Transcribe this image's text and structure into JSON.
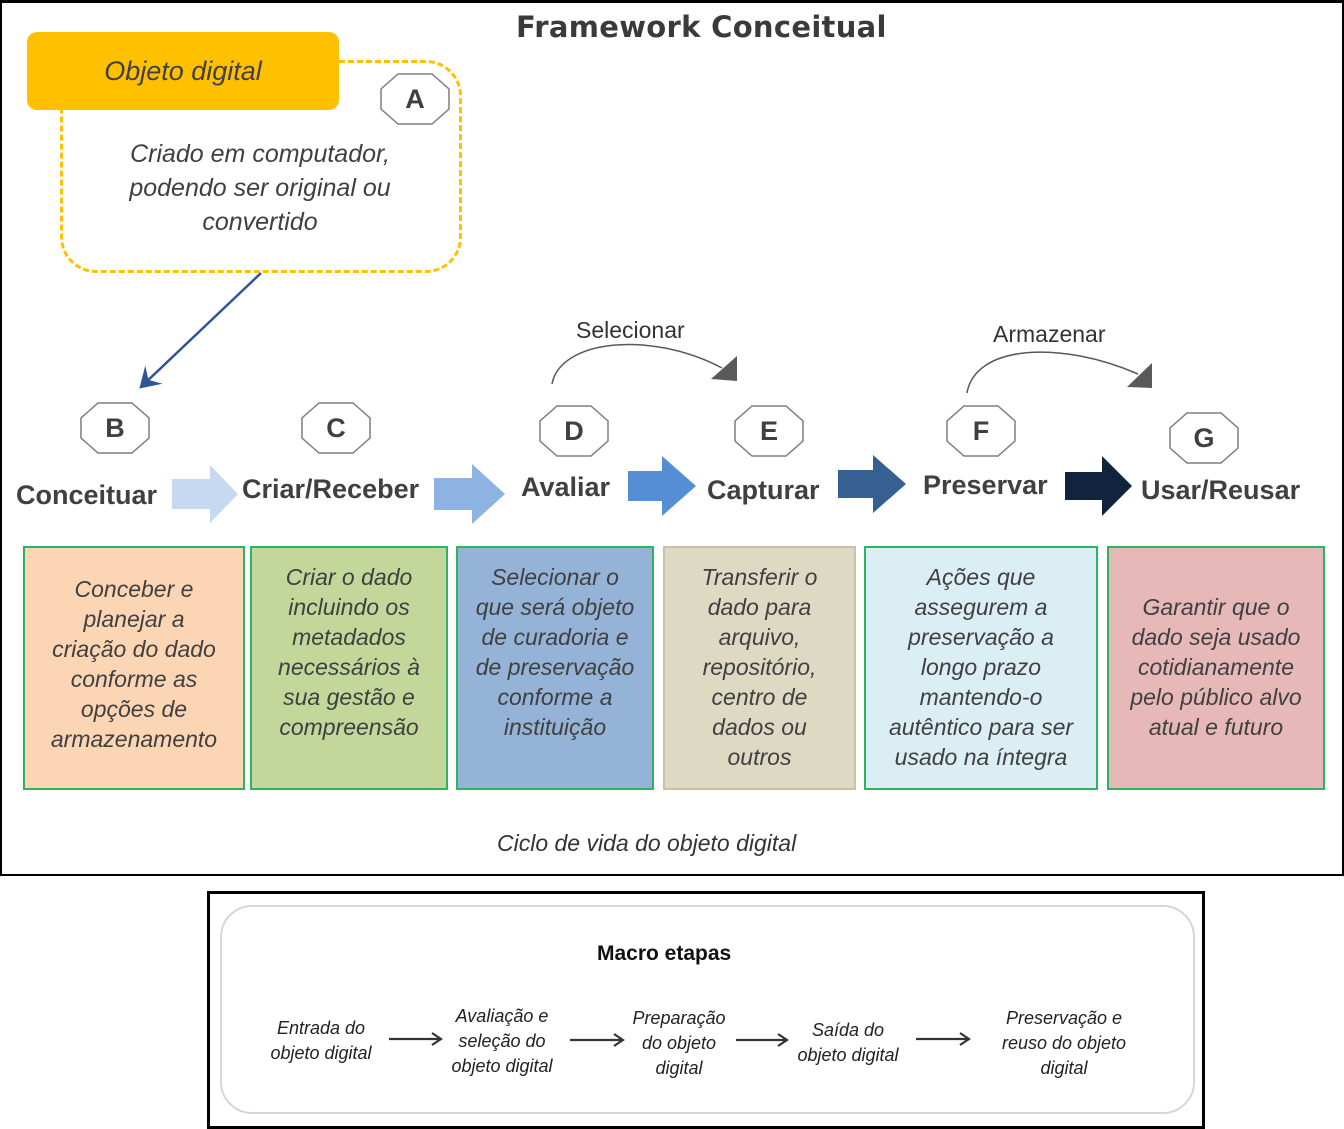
{
  "title": "Framework Conceitual",
  "digital_object": {
    "tag_label": "Objeto digital",
    "step_letter": "A",
    "description": "Criado em computador, podendo ser original ou convertido",
    "description_lines": [
      "Criado em computador,",
      "podendo ser original ou",
      "convertido"
    ]
  },
  "stages": [
    {
      "letter": "B",
      "label": "Conceituar",
      "description_lines": [
        "Conceber e",
        "planejar a",
        "criação do dado",
        "conforme as",
        "opções de",
        "armazenamento"
      ],
      "card_color": "#fcd5b5"
    },
    {
      "letter": "C",
      "label": "Criar/Receber",
      "description_lines": [
        "Criar o dado",
        "incluindo os",
        "metadados",
        "necessários à",
        "sua gestão e",
        "compreensão"
      ],
      "card_color": "#c4d79b"
    },
    {
      "letter": "D",
      "label": "Avaliar",
      "description_lines": [
        "Selecionar o",
        "que será objeto",
        "de curadoria e",
        "de preservação",
        "conforme a",
        "instituição"
      ],
      "card_color": "#95b3d7"
    },
    {
      "letter": "E",
      "label": "Capturar",
      "description_lines": [
        "Transferir o",
        "dado para",
        "arquivo,",
        "repositório,",
        "centro de",
        "dados ou",
        "outros"
      ],
      "card_color": "#ddd9c3"
    },
    {
      "letter": "F",
      "label": "Preservar",
      "description_lines": [
        "Ações que",
        "assegurem a",
        "preservação a",
        "longo prazo",
        "mantendo-o",
        "autêntico para ser",
        "usado na íntegra"
      ],
      "card_color": "#daeef3"
    },
    {
      "letter": "G",
      "label": "Usar/Reusar",
      "description_lines": [
        "Garantir que o",
        "dado seja usado",
        "cotidianamente",
        "pelo público alvo",
        "atual e futuro"
      ],
      "card_color": "#e6b9b8"
    }
  ],
  "flow_arrows": [
    {
      "from": "Conceituar",
      "to": "Criar/Receber",
      "color": "#c6d9f1"
    },
    {
      "from": "Criar/Receber",
      "to": "Avaliar",
      "color": "#8db3e2"
    },
    {
      "from": "Avaliar",
      "to": "Capturar",
      "color": "#558ed5"
    },
    {
      "from": "Capturar",
      "to": "Preservar",
      "color": "#376092"
    },
    {
      "from": "Preservar",
      "to": "Usar/Reusar",
      "color": "#10243e"
    }
  ],
  "curved_arrows": [
    {
      "label": "Selecionar",
      "from": "D",
      "to": "E"
    },
    {
      "label": "Armazenar",
      "from": "F",
      "to": "G"
    }
  ],
  "caption": "Ciclo de vida do objeto digital",
  "macro": {
    "title": "Macro etapas",
    "steps": [
      {
        "lines": [
          "Entrada do",
          "objeto digital"
        ]
      },
      {
        "lines": [
          "Avaliação e",
          "seleção do",
          "objeto digital"
        ]
      },
      {
        "lines": [
          "Preparação",
          "do objeto",
          "digital"
        ]
      },
      {
        "lines": [
          "Saída do",
          "objeto digital"
        ]
      },
      {
        "lines": [
          "Preservação e",
          "reuso do objeto",
          "digital"
        ]
      }
    ]
  },
  "colors": {
    "accent_yellow": "#ffc000",
    "card_border": "#2fb360",
    "connector_blue": "#2f5597",
    "octagon_border": "#7f7f7f"
  }
}
